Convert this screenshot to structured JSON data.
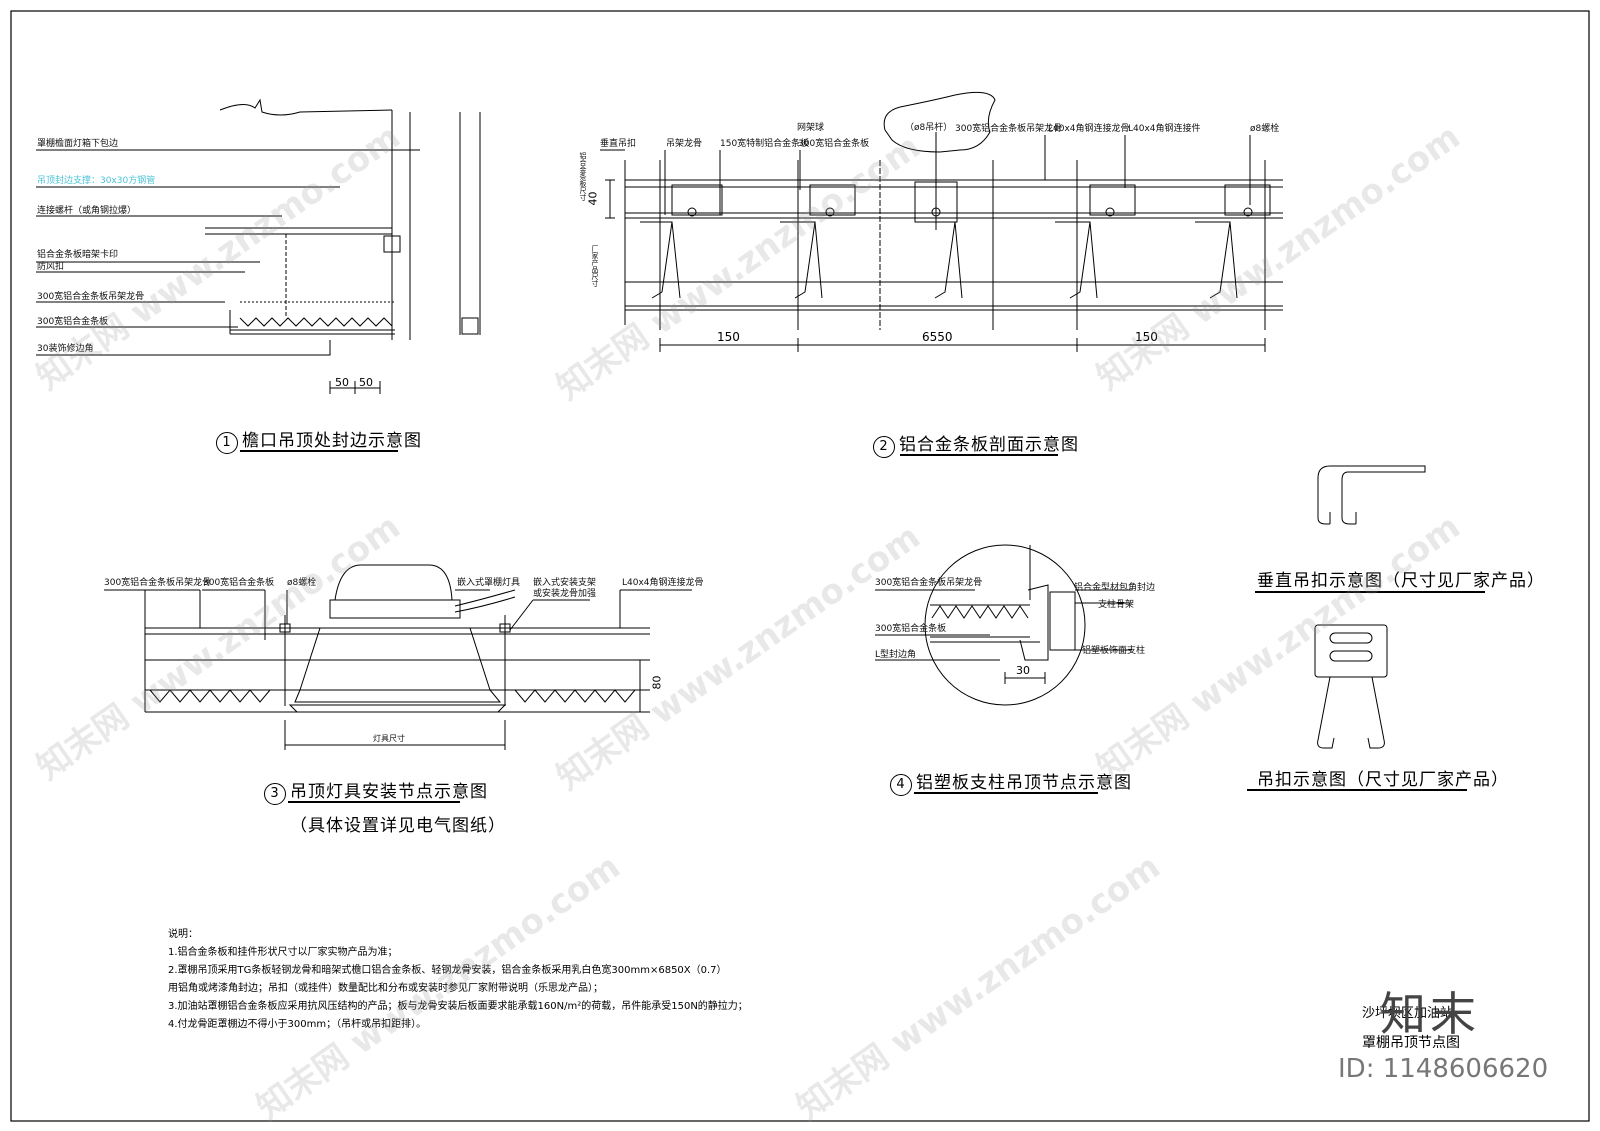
{
  "d1": {
    "num": "1",
    "title": "檐口吊顶处封边示意图",
    "labels": [
      "罩棚檐面灯箱下包边",
      "吊顶封边支撑：30x30方钢管",
      "连接螺杆（或角钢拉爆）",
      "铝合金条板暗架卡印",
      "防风扣",
      "300宽铝合金条板吊架龙骨",
      "300宽铝合金条板",
      "30装饰修边角"
    ],
    "dims": [
      "50",
      "50"
    ]
  },
  "d2": {
    "num": "2",
    "title": "铝合金条板剖面示意图",
    "labels": [
      "垂直吊扣",
      "吊架龙骨",
      "150宽特制铝合金条板",
      "300宽铝合金条板",
      "网架球",
      "（ø8吊杆）",
      "300宽铝合金条板吊架龙骨",
      "L40x4角钢连接龙骨",
      "L40x4角钢连接件",
      "ø8螺栓"
    ],
    "side_labels": [
      "铝合金条板尺寸",
      "厂家产品尺寸"
    ],
    "dim_vertical": "40",
    "dims": [
      "150",
      "6550",
      "150"
    ]
  },
  "d3": {
    "num": "3",
    "title": "吊顶灯具安装节点示意图",
    "subtitle": "（具体设置详见电气图纸）",
    "labels": [
      "300宽铝合金条板吊架龙骨",
      "300宽铝合金条板",
      "ø8螺栓",
      "嵌入式罩棚灯具",
      "嵌入式安装支架",
      "或安装龙骨加强",
      "L40x4角钢连接龙骨"
    ],
    "dim_vertical": "80",
    "dim_bottom": "灯具尺寸"
  },
  "d4": {
    "num": "4",
    "title": "铝塑板支柱吊顶节点示意图",
    "labels": [
      "300宽铝合金条板吊架龙骨",
      "300宽铝合金条板",
      "L型封边角",
      "铝合金型材包角封边",
      "支柱骨架",
      "铝塑板饰面支柱"
    ],
    "dim": "30"
  },
  "d5": {
    "title": "垂直吊扣示意图（尺寸见厂家产品）"
  },
  "d6": {
    "title": "吊扣示意图（尺寸见厂家产品）"
  },
  "notes": {
    "heading": "说明：",
    "lines": [
      "1.铝合金条板和挂件形状尺寸以厂家实物产品为准；",
      "2.罩棚吊顶采用TG条板轻钢龙骨和暗架式檐口铝合金条板、轻钢龙骨安装，铝合金条板采用乳白色宽300mm×6850X（0.7）",
      "用铝角或烤漆角封边；吊扣（或挂件）数量配比和分布或安装时参见厂家附带说明（乐思龙产品）；",
      "3.加油站罩棚铝合金条板应采用抗风压结构的产品；板与龙骨安装后板面要求能承载160N/m²的荷载，吊件能承受150N的静拉力；",
      "4.付龙骨距罩棚边不得小于300mm；（吊杆或吊扣距排）。"
    ]
  },
  "title_block": {
    "line1": "沙坪坝区加油站",
    "line2": "罩棚吊顶节点图"
  },
  "brand": "知末",
  "id_text": "ID: 1148606620",
  "watermark": "知末网 www.znzmo.com"
}
